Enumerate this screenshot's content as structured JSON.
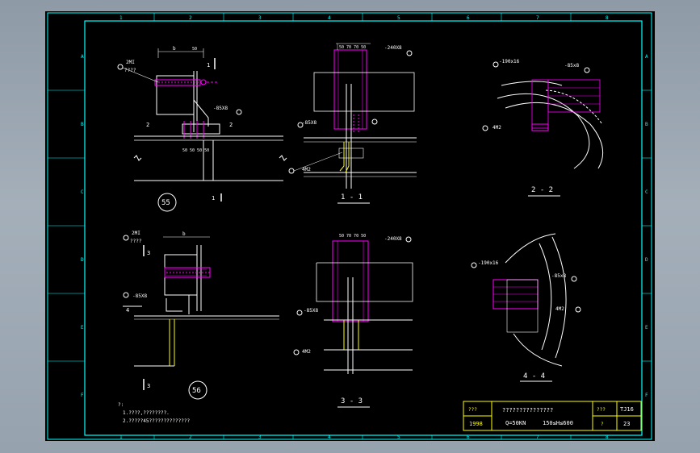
{
  "colors": {
    "border": "#00ffff",
    "beam": "#ffffff",
    "plate": "#ff00ff",
    "hatch": "#ff00ff",
    "dim": "#ff00ff",
    "note": "#ffffff",
    "accent": "#ffff00"
  },
  "grid": {
    "columns": [
      "1",
      "2",
      "3",
      "4",
      "5",
      "6",
      "7",
      "8"
    ],
    "rows": [
      "A",
      "B",
      "C",
      "D",
      "E",
      "F"
    ]
  },
  "views": {
    "v55": {
      "ref": "55",
      "cut": "1",
      "label_2mi": "2MI",
      "label_q": "????",
      "label_b": "b",
      "label_50": "50",
      "label_85x8": "-85X8",
      "label_cut2": "2",
      "label_ticks": "50 50 50 50"
    },
    "v11": {
      "title": "1 - 1",
      "plate": "-240X8",
      "label_85x8": "-85X8",
      "label_4m2": "4M2",
      "dims": "50 70 70 50"
    },
    "v22": {
      "title": "2 - 2",
      "plate": "-190x16",
      "label_85x8": "-85x8",
      "label_4m2": "4M2"
    },
    "v56": {
      "ref": "56",
      "cut": "3",
      "label_2mi": "2MI",
      "label_q": "????",
      "label_b": "b",
      "label_85x8": "-85X8",
      "label_cut4": "4"
    },
    "v33": {
      "title": "3 - 3",
      "plate": "-240X8",
      "label_85x8": "-85X8",
      "label_4m2": "4M2",
      "dims": "50 70 70 50"
    },
    "v44": {
      "title": "4 - 4",
      "plate": "-190x16",
      "label_85x8": "-85x8",
      "label_4m2": "4M2"
    }
  },
  "notes": {
    "header": "?:",
    "line1": "1.????,????????.",
    "line2": "2.?????45??????????????"
  },
  "title_block": {
    "left_top": "???",
    "left_bottom": "1998",
    "title": "???????????????",
    "spec_left": "Q=50KN",
    "spec_right": "150≤H≤600",
    "code_label": "???",
    "code_value": "TJ16",
    "page_label": "?",
    "page_value": "23"
  }
}
